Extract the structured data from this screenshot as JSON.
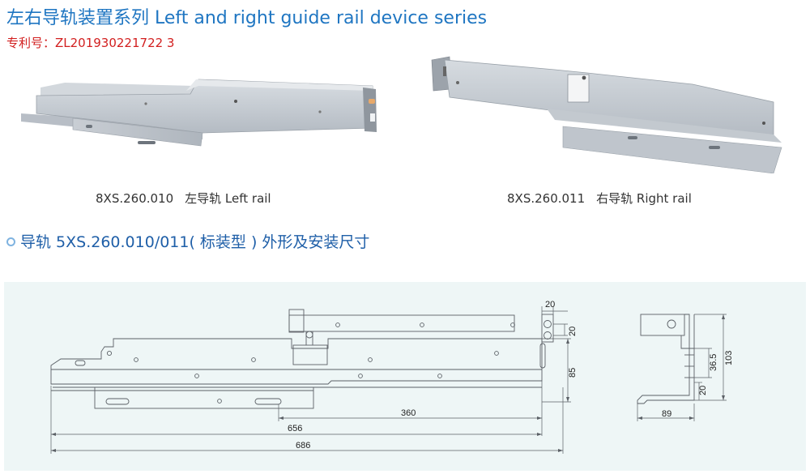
{
  "header": {
    "title": "左右导轨装置系列 Left and right guide rail device series",
    "patent": "专利号：ZL201930221722 3"
  },
  "products": [
    {
      "code": "8XS.260.010",
      "name": "左导轨 Left rail"
    },
    {
      "code": "8XS.260.011",
      "name": "右导轨 Right rail"
    }
  ],
  "section": {
    "title": "导轨 5XS.260.010/011( 标装型 ) 外形及安装尺寸"
  },
  "drawing": {
    "dims": {
      "top_width": "20",
      "upper_height": "20",
      "rail_height": "85",
      "slot_length": "360",
      "rail_length": "656",
      "overall_length": "686",
      "side_a": "36.5",
      "side_b": "103",
      "side_c": "20",
      "side_width": "89"
    }
  },
  "colors": {
    "title": "#1f76c2",
    "patent": "#d21f1f",
    "section": "#1f5fa8",
    "drawing_bg": "#eef6f6",
    "metal": "#c4cad1"
  }
}
